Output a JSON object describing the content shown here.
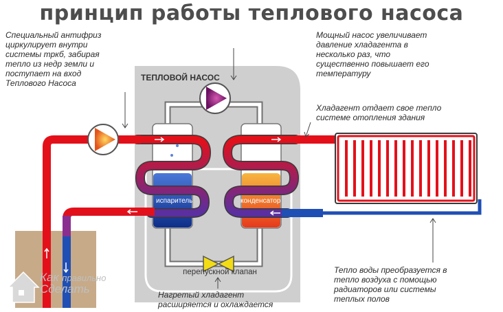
{
  "title": "принцип работы теплового насоса",
  "labels": {
    "heat_pump": "ТЕПЛОВОЙ НАСОС",
    "evaporator": "испаритель",
    "condenser": "конденсатор",
    "bypass_valve": "перепускной клапан"
  },
  "notes": {
    "antifreeze": [
      "Специальный антифриз",
      "циркулирует внутри",
      "системы тркб, забирая",
      "тепло из недр земли и",
      "поступает на вход",
      "Теплового Насоса"
    ],
    "pump": [
      "Мощный насос увеличивает",
      "давление хладагента в",
      "несколько раз, что",
      "существенно повышает его",
      "температуру"
    ],
    "refrigerant": [
      "Хладагент отдает свое тепло",
      "системе отопления здания"
    ],
    "water": [
      "Тепло воды преобразуется в",
      "тепло воздуха  с помощью",
      "радиаторов или системы",
      "теплых полов"
    ],
    "heated": [
      "Нагретый хладагент",
      "расширяется и охлаждается"
    ]
  },
  "brand": {
    "line1_a": "Как",
    "line1_b": "правильно",
    "line2": "Сделать"
  },
  "colors": {
    "hot": "#e3101a",
    "cold": "#1f4fb5",
    "panel": "#cfcfcf",
    "ground": "#c7aa88",
    "pump_purple": "#a4287e",
    "valve_yellow": "#f3dc14"
  }
}
